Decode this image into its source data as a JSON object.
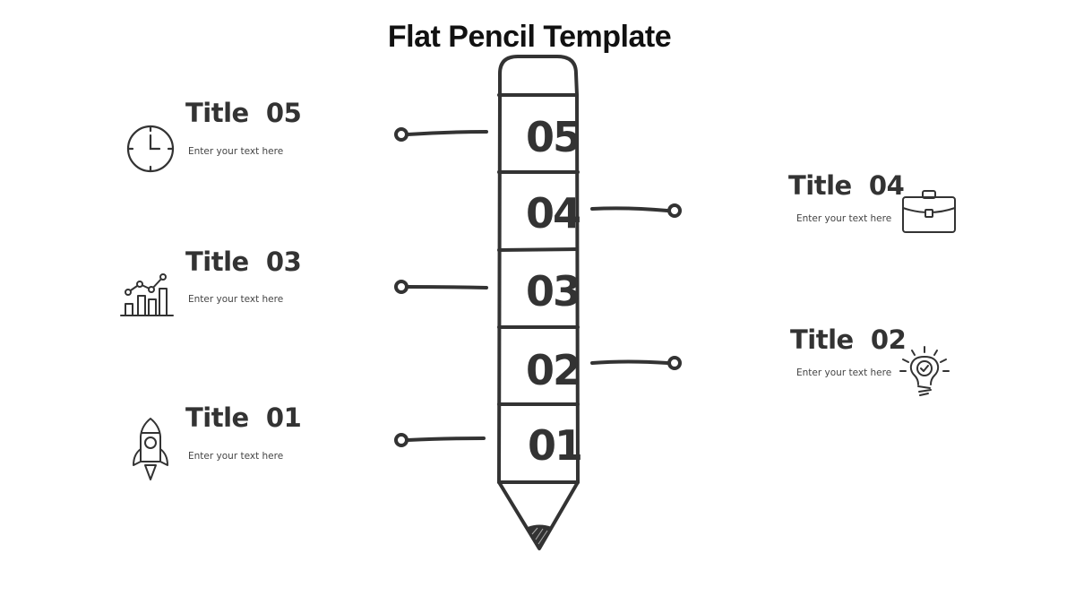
{
  "slide": {
    "title": "Flat Pencil Template",
    "stroke_color": "#333333",
    "text_color": "#333333"
  },
  "pencil": {
    "segments": [
      {
        "number": "05"
      },
      {
        "number": "04"
      },
      {
        "number": "03"
      },
      {
        "number": "02"
      },
      {
        "number": "01"
      }
    ]
  },
  "items": {
    "item05": {
      "title": "Title  05",
      "text": "Enter your text here",
      "icon": "clock-icon",
      "side": "left"
    },
    "item04": {
      "title": "Title  04",
      "text": "Enter your text here",
      "icon": "briefcase-icon",
      "side": "right"
    },
    "item03": {
      "title": "Title  03",
      "text": "Enter your text here",
      "icon": "growth-chart-icon",
      "side": "left"
    },
    "item02": {
      "title": "Title  02",
      "text": "Enter your text here",
      "icon": "lightbulb-icon",
      "side": "right"
    },
    "item01": {
      "title": "Title  01",
      "text": "Enter your text here",
      "icon": "rocket-icon",
      "side": "left"
    }
  }
}
